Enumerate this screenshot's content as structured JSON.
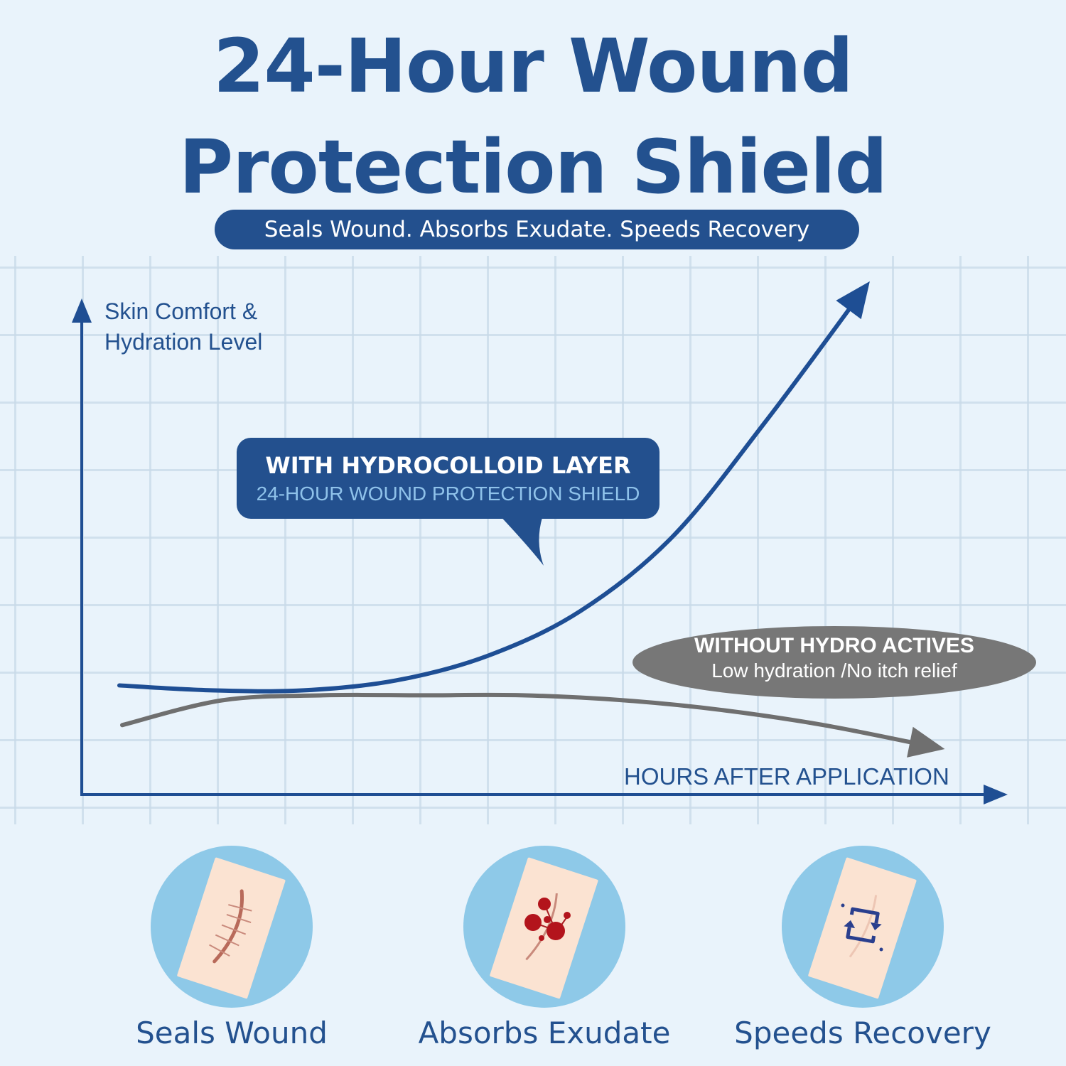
{
  "header": {
    "title_line1": "24-Hour Wound",
    "title_line2": "Protection Shield",
    "tagline": "Seals Wound. Absorbs Exudate. Speeds Recovery"
  },
  "chart_data": {
    "type": "line",
    "ylabel_line1": "Skin Comfort &",
    "ylabel_line2": "Hydration Level",
    "xlabel": "HOURS AFTER APPLICATION",
    "grid": true,
    "series": [
      {
        "color": "#1e4e94",
        "callout_title": "WITH HYDROCOLLOID LAYER",
        "callout_subtitle": "24-HOUR WOUND PROTECTION SHIELD",
        "trend": "flat then exponential rise",
        "values": [
          0.22,
          0.21,
          0.21,
          0.23,
          0.28,
          0.37,
          0.52,
          0.75,
          1.0
        ]
      },
      {
        "color": "#6f6f6f",
        "callout_title": "WITHOUT HYDRO ACTIVES",
        "callout_subtitle": "Low hydration /No itch relief",
        "trend": "slight rise then gradual decline",
        "values": [
          0.14,
          0.19,
          0.2,
          0.2,
          0.2,
          0.19,
          0.17,
          0.14,
          0.1
        ]
      }
    ]
  },
  "features": [
    {
      "label": "Seals Wound",
      "icon": "stitched-wound-icon"
    },
    {
      "label": "Absorbs Exudate",
      "icon": "absorb-droplets-icon"
    },
    {
      "label": "Speeds Recovery",
      "icon": "recovery-cycle-icon"
    }
  ],
  "colors": {
    "background": "#e9f3fb",
    "brand_blue": "#23508e",
    "callout_grey": "#777777",
    "icon_circle": "#8ec9e8",
    "patch": "#fbe3d2"
  }
}
